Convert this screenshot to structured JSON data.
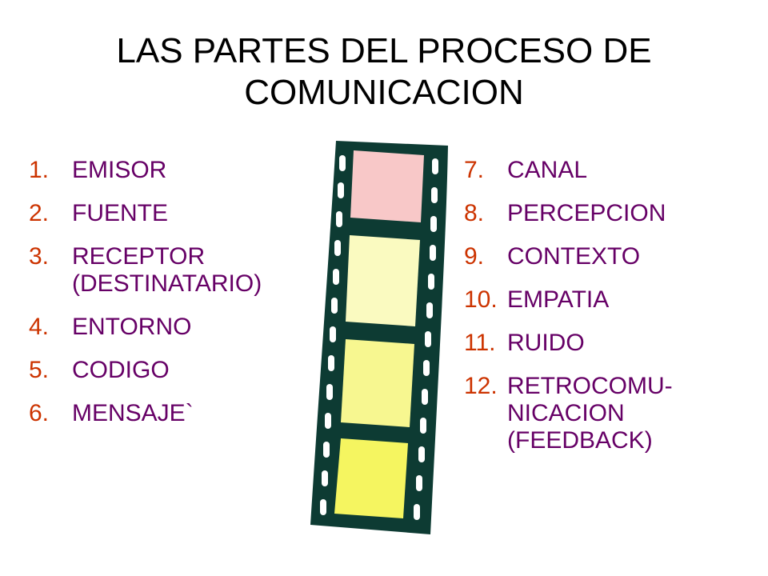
{
  "slide": {
    "title_line1": "LAS PARTES DEL PROCESO DE",
    "title_line2": "COMUNICACION"
  },
  "left_list": [
    {
      "num": "1.",
      "text": "EMISOR"
    },
    {
      "num": "2.",
      "text": "FUENTE"
    },
    {
      "num": "3.",
      "text": "RECEPTOR\n(DESTINATARIO)"
    },
    {
      "num": "4.",
      "text": "ENTORNO"
    },
    {
      "num": "5.",
      "text": "CODIGO"
    },
    {
      "num": "6.",
      "text": "MENSAJE`"
    }
  ],
  "right_list": [
    {
      "num": "7.",
      "text": "CANAL"
    },
    {
      "num": "8.",
      "text": "PERCEPCION"
    },
    {
      "num": "9.",
      "text": "CONTEXTO"
    },
    {
      "num": "10.",
      "text": " EMPATIA"
    },
    {
      "num": "11.",
      "text": " RUIDO"
    },
    {
      "num": "12.",
      "text": " RETROCOMU-\nNICACION\n(FEEDBACK)"
    }
  ],
  "colors": {
    "number": "#cc3300",
    "item_text": "#660066",
    "film_strip": "#0d3b33",
    "frame_1": "#f8c8c8",
    "frame_2": "#fafac0",
    "frame_3": "#f7f790",
    "frame_4": "#f5f560"
  }
}
